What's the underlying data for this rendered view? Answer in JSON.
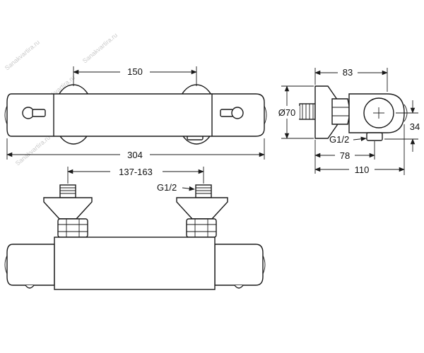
{
  "watermark": "Sanakvartira.ru",
  "dimensions": {
    "top_center_distance": "150",
    "top_total_length": "304",
    "side_height": "83",
    "side_diameter": "Ø70",
    "side_offset": "34",
    "side_thread": "G1/2",
    "side_depth_a": "78",
    "side_depth_b": "110",
    "front_center_range": "137-163",
    "front_thread": "G1/2"
  },
  "colors": {
    "line": "#1a1a1a",
    "background": "#ffffff"
  }
}
